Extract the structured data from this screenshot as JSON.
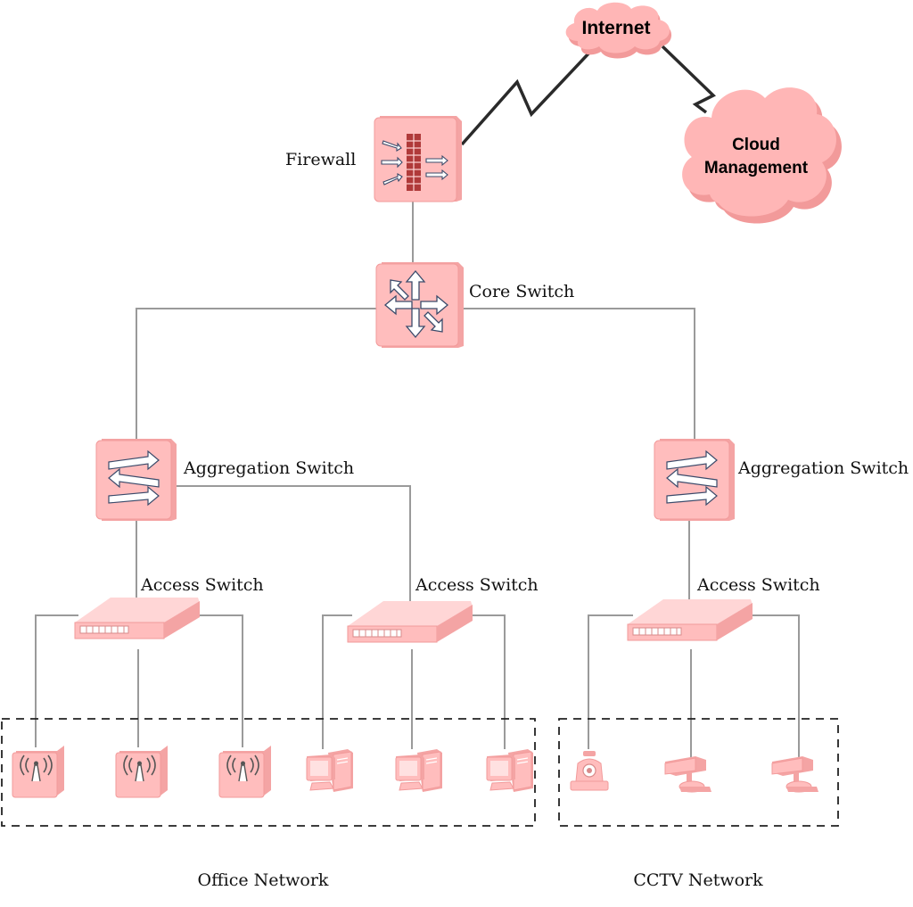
{
  "clouds": {
    "internet": "Internet",
    "cloud_management_line1": "Cloud",
    "cloud_management_line2": "Management"
  },
  "devices": {
    "firewall": "Firewall",
    "core_switch": "Core Switch",
    "aggregation_switch_office": "Aggregation Switch",
    "aggregation_switch_cctv": "Aggregation Switch",
    "access_switch_1": "Access Switch",
    "access_switch_2": "Access Switch",
    "access_switch_3": "Access Switch"
  },
  "groups": {
    "office_network": "Office Network",
    "cctv_network": "CCTV Network"
  },
  "colors": {
    "device_pink": "#ffbdbd",
    "cloud_pink": "#ffb6b6",
    "link_gray": "#9a9a9a"
  }
}
